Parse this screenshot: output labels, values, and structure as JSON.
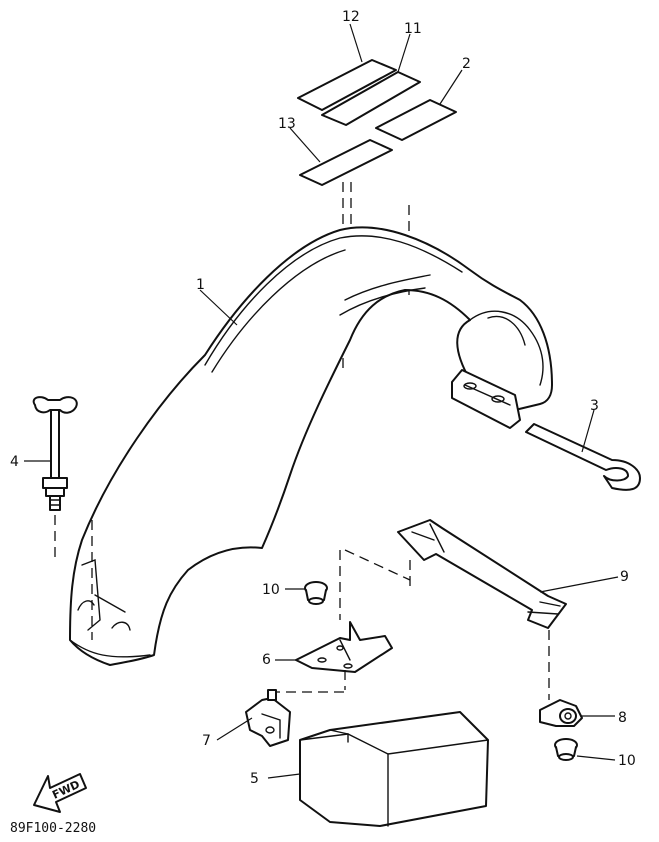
{
  "diagram": {
    "drawing_code": "89F100-2280",
    "fwd_label": "FWD",
    "callouts": {
      "c1": "1",
      "c2": "2",
      "c3": "3",
      "c4": "4",
      "c5": "5",
      "c6": "6",
      "c7": "7",
      "c8": "8",
      "c9": "9",
      "c10a": "10",
      "c10b": "10",
      "c11": "11",
      "c12": "12",
      "c13": "13"
    }
  }
}
